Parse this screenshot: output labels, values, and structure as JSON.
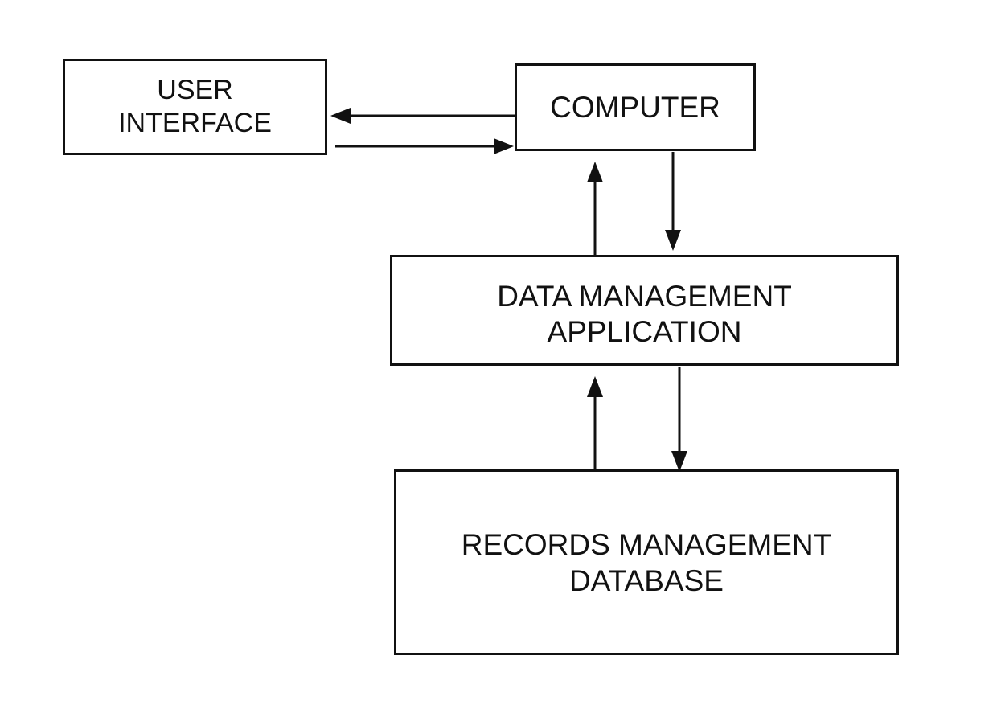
{
  "diagram": {
    "background_color": "#ffffff",
    "line_color": "#111111",
    "nodes": {
      "user_interface": {
        "label": "USER\nINTERFACE"
      },
      "computer": {
        "label": "COMPUTER"
      },
      "data_management_application": {
        "label": "DATA MANAGEMENT\nAPPLICATION"
      },
      "records_management_database": {
        "label": "RECORDS MANAGEMENT\nDATABASE"
      }
    },
    "connections": [
      {
        "from": "computer",
        "to": "user_interface",
        "direction": "left"
      },
      {
        "from": "user_interface",
        "to": "computer",
        "direction": "right"
      },
      {
        "from": "data_management_application",
        "to": "computer",
        "direction": "up"
      },
      {
        "from": "computer",
        "to": "data_management_application",
        "direction": "down"
      },
      {
        "from": "records_management_database",
        "to": "data_management_application",
        "direction": "up"
      },
      {
        "from": "data_management_application",
        "to": "records_management_database",
        "direction": "down"
      }
    ]
  }
}
